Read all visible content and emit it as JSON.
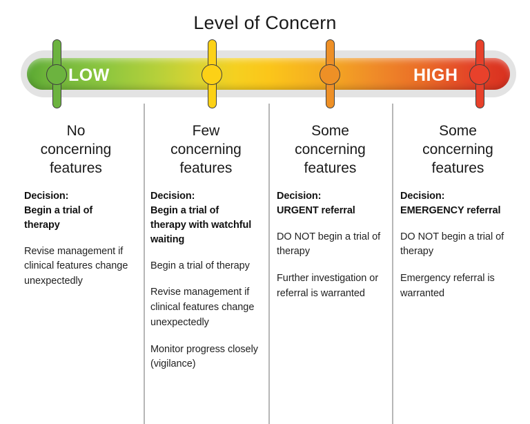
{
  "chart_data": {
    "type": "table",
    "title": "Level of Concern",
    "scale": {
      "low_label": "LOW",
      "high_label": "HIGH",
      "gradient_stops": [
        "#5aa832",
        "#8cc63f",
        "#d9d331",
        "#fbc61a",
        "#ef8b28",
        "#d8301f"
      ],
      "markers": [
        {
          "name": "marker-low",
          "color": "#6cb33f",
          "position_pct": 6
        },
        {
          "name": "marker-moderate",
          "color": "#fcd116",
          "position_pct": 38
        },
        {
          "name": "marker-elevated",
          "color": "#ee9026",
          "position_pct": 62
        },
        {
          "name": "marker-high",
          "color": "#e8412b",
          "position_pct": 93
        }
      ]
    },
    "categories": [
      "No concerning features",
      "Few concerning features",
      "Some concerning features",
      "Some concerning features"
    ],
    "columns": [
      {
        "header_lines": [
          "No",
          "concerning",
          "features"
        ],
        "decision_lines": [
          "Decision:",
          "Begin a trial of",
          "therapy"
        ],
        "notes": [
          "Revise management if clinical features change unexpectedly"
        ]
      },
      {
        "header_lines": [
          "Few",
          "concerning",
          "features"
        ],
        "decision_lines": [
          "Decision:",
          "Begin a trial of",
          "therapy with watchful",
          "waiting"
        ],
        "notes": [
          "Begin a trial of therapy",
          "Revise management if clinical features change unexpectedly",
          "Monitor progress closely (vigilance)"
        ]
      },
      {
        "header_lines": [
          "Some",
          "concerning",
          "features"
        ],
        "decision_lines": [
          "Decision:",
          "URGENT referral"
        ],
        "notes": [
          "DO NOT begin a trial of therapy",
          "Further investigation or referral is warranted"
        ]
      },
      {
        "header_lines": [
          "Some",
          "concerning",
          "features"
        ],
        "decision_lines": [
          "Decision:",
          "EMERGENCY referral"
        ],
        "notes": [
          "DO NOT begin a trial of therapy",
          "Emergency referral is warranted"
        ]
      }
    ]
  },
  "title": "Level of Concern",
  "gauge": {
    "low_label": "LOW",
    "high_label": "HIGH"
  },
  "columns": [
    {
      "head_1": "No",
      "head_2": "concerning",
      "head_3": "features",
      "decision_1": "Decision:",
      "decision_2": "Begin a trial of",
      "decision_3": "therapy",
      "note_1": "Revise management if clinical features change unexpectedly"
    },
    {
      "head_1": "Few",
      "head_2": "concerning",
      "head_3": "features",
      "decision_1": "Decision:",
      "decision_2": "Begin a trial of",
      "decision_3": "therapy with watchful",
      "decision_4": "waiting",
      "note_1": "Begin a trial of therapy",
      "note_2": "Revise management if clinical features change unexpectedly",
      "note_3": "Monitor progress closely (vigilance)"
    },
    {
      "head_1": "Some",
      "head_2": "concerning",
      "head_3": "features",
      "decision_1": "Decision:",
      "decision_2": "URGENT referral",
      "note_1": "DO NOT begin a trial of therapy",
      "note_2": "Further investigation or referral is warranted"
    },
    {
      "head_1": "Some",
      "head_2": "concerning",
      "head_3": "features",
      "decision_1": "Decision:",
      "decision_2": "EMERGENCY referral",
      "note_1": "DO NOT begin a trial of therapy",
      "note_2": "Emergency referral is warranted"
    }
  ]
}
